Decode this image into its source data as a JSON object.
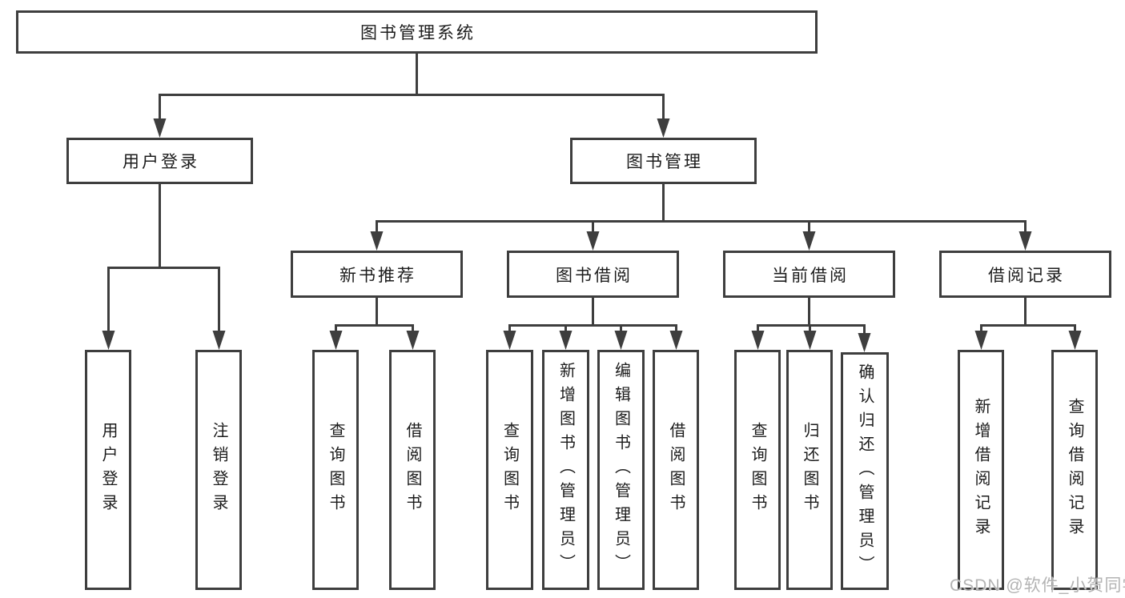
{
  "diagram": {
    "root": {
      "label": "图书管理系统",
      "children": [
        {
          "label": "用户登录",
          "children": [
            {
              "label": "用户登录"
            },
            {
              "label": "注销登录"
            }
          ]
        },
        {
          "label": "图书管理",
          "children": [
            {
              "label": "新书推荐",
              "children": [
                {
                  "label": "查询图书"
                },
                {
                  "label": "借阅图书"
                }
              ]
            },
            {
              "label": "图书借阅",
              "children": [
                {
                  "label": "查询图书"
                },
                {
                  "label": "新增图书（管理员）"
                },
                {
                  "label": "编辑图书（管理员）"
                },
                {
                  "label": "借阅图书"
                }
              ]
            },
            {
              "label": "当前借阅",
              "children": [
                {
                  "label": "查询图书"
                },
                {
                  "label": "归还图书"
                },
                {
                  "label": "确认归还（管理员）"
                }
              ]
            },
            {
              "label": "借阅记录",
              "children": [
                {
                  "label": "新增借阅记录"
                },
                {
                  "label": "查询借阅记录"
                }
              ]
            }
          ]
        }
      ]
    }
  },
  "watermark": {
    "text": "CSDN @软件_小贺同学"
  },
  "colors": {
    "line": "#3e3e3e",
    "text": "#1c1c1c",
    "background": "#ffffff",
    "watermark": "#b3b3b3"
  }
}
